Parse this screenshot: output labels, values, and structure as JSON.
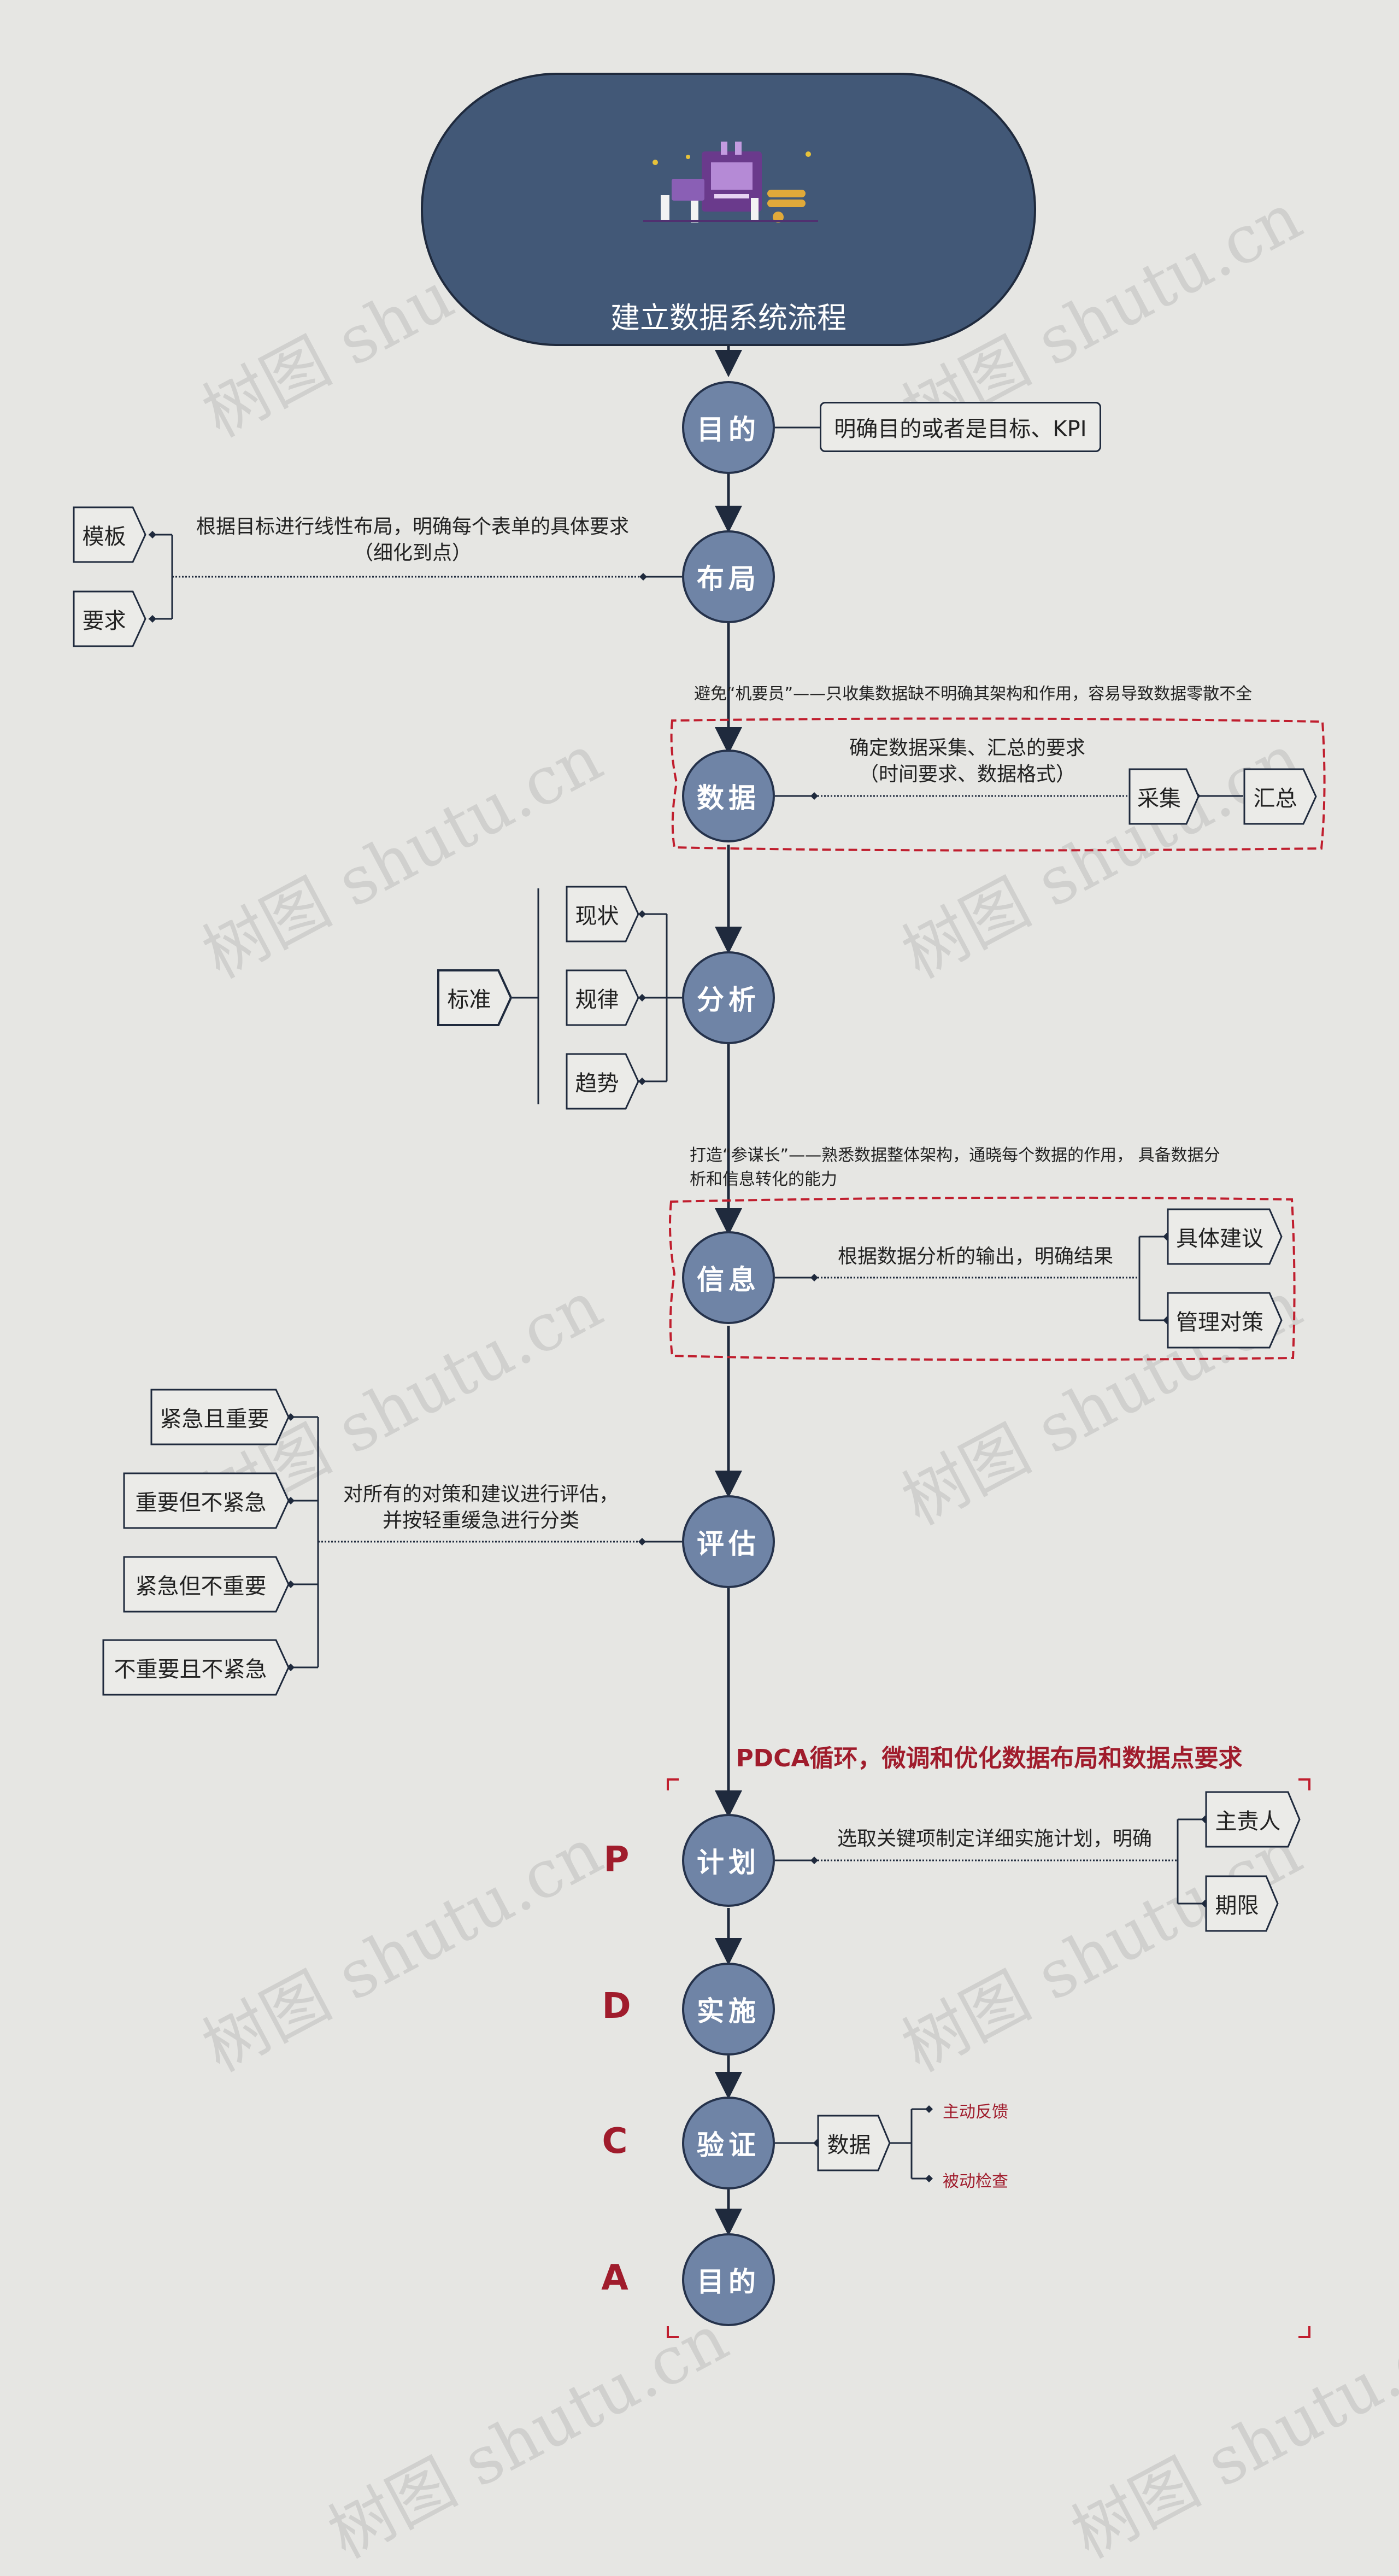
{
  "header": {
    "title": "建立数据系统流程",
    "illustration_icon": "data-system-illustration"
  },
  "watermark": "树图 shutu.cn",
  "nodes": {
    "goal": "目的",
    "layout": "布局",
    "data": "数据",
    "analysis": "分析",
    "info": "信息",
    "evaluate": "评估",
    "plan": "计划",
    "implement": "实施",
    "verify": "验证",
    "goal2": "目的"
  },
  "goal_box": "明确目的或者是目标、KPI",
  "layout_note_line1": "根据目标进行线性布局，明确每个表单的具体要求",
  "layout_note_line2": "（细化到点）",
  "layout_tags": [
    "模板",
    "要求"
  ],
  "data_tip": "避免“机要员”——只收集数据缺不明确其架构和作用，容易导致数据零散不全",
  "data_note_line1": "确定数据采集、汇总的要求",
  "data_note_line2": "（时间要求、数据格式）",
  "data_tags": [
    "采集",
    "汇总"
  ],
  "analysis_tags": [
    "现状",
    "规律",
    "趋势"
  ],
  "analysis_standard": "标准",
  "info_tip_line1": "打造“参谋长”——熟悉数据整体架构，通晓每个数据的作用，  具备数据分",
  "info_tip_line2": "析和信息转化的能力",
  "info_note": "根据数据分析的输出，明确结果",
  "info_tags": [
    "具体建议",
    "管理对策"
  ],
  "evaluate_note_line1": "对所有的对策和建议进行评估，",
  "evaluate_note_line2": "并按轻重缓急进行分类",
  "evaluate_tags": [
    "紧急且重要",
    "重要但不紧急",
    "紧急但不重要",
    "不重要且不紧急"
  ],
  "pdca_title": "PDCA循环，微调和优化数据布局和数据点要求",
  "pdca_letters": [
    "P",
    "D",
    "C",
    "A"
  ],
  "plan_note": "选取关键项制定详细实施计划，明确",
  "plan_tags": [
    "主责人",
    "期限"
  ],
  "verify_tag": "数据",
  "verify_items": [
    "主动反馈",
    "被动检查"
  ],
  "colors": {
    "node_fill": "#6f84a6",
    "header_fill": "#425877",
    "line": "#1f2a3d",
    "accent_red": "#a01c2c",
    "background": "#e6e6e3"
  }
}
